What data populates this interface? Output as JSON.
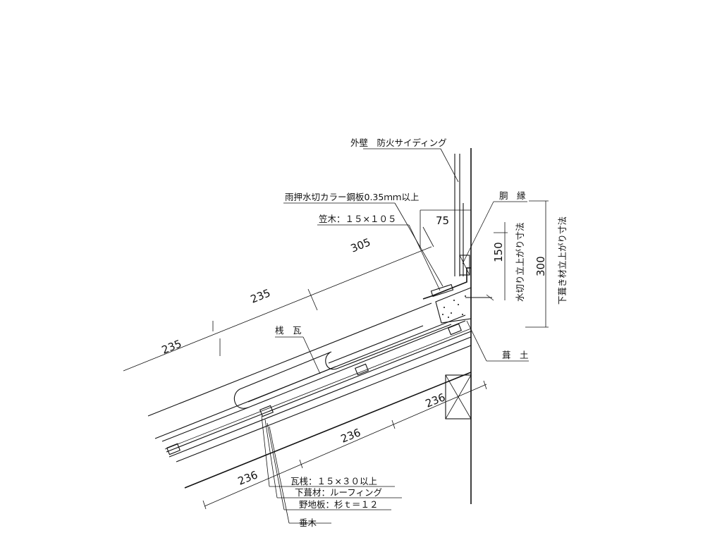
{
  "labels": {
    "gaiheki": "外壁　防火サイディング",
    "amaosae": "雨押水切カラー鋼板0.35ｍｍ以上",
    "kasagi": "笠木：１５×１０５",
    "dobuchi": "胴　縁",
    "sangawara": "桟　瓦",
    "kumido": "葺　土",
    "kawarasan": "瓦桟：１５×３０以上",
    "shitabuki": "下葺材：ルーフィング",
    "nojiita": "野地板：杉ｔ＝１２",
    "taruki": "垂木"
  },
  "vertical_notes": {
    "mizukiri": "水切り立上がり寸法",
    "shitabukizai": "下葺き材立上がり寸法"
  },
  "dimensions": {
    "d75": "75",
    "d305": "305",
    "d235a": "235",
    "d235b": "235",
    "d150": "150",
    "d300": "300",
    "d236a": "236",
    "d236b": "236",
    "d236c": "236"
  }
}
